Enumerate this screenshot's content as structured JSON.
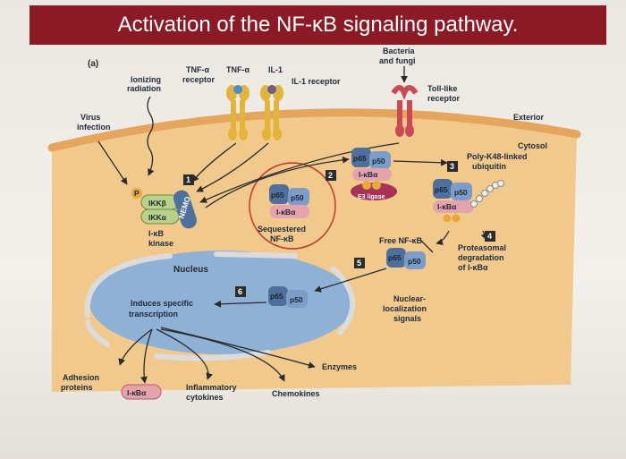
{
  "title": "Activation of the NF-κB signaling pathway.",
  "panel_label": "(a)",
  "labels": {
    "ionizing_radiation_1": "Ionizing",
    "ionizing_radiation_2": "radiation",
    "tnf_receptor_1": "TNF-α",
    "tnf_receptor_2": "receptor",
    "tnf": "TNF-α",
    "il1": "IL-1",
    "il1_receptor": "IL-1 receptor",
    "bacteria_1": "Bacteria",
    "bacteria_2": "and fungi",
    "toll_1": "Toll-like",
    "toll_2": "receptor",
    "virus_1": "Virus",
    "virus_2": "infection",
    "exterior": "Exterior",
    "cytosol": "Cytosol",
    "poly_1": "Poly-K48-linked",
    "poly_2": "ubiquitin",
    "ikb_kinase_1": "I-κB",
    "ikb_kinase_2": "kinase",
    "sequestered_1": "Sequestered",
    "sequestered_2": "NF-κB",
    "free_nfkb": "Free NF-κB",
    "proteasomal_1": "Proteasomal",
    "proteasomal_2": "degradation",
    "proteasomal_3": "of I-κBα",
    "nucleus": "Nucleus",
    "induces_1": "Induces specific",
    "induces_2": "transcription",
    "nuclear_1": "Nuclear-",
    "nuclear_2": "localization",
    "nuclear_3": "signals",
    "enzymes": "Enzymes",
    "adhesion_1": "Adhesion",
    "adhesion_2": "proteins",
    "inflammatory_1": "Inflammatory",
    "inflammatory_2": "cytokines",
    "chemokines": "Chemokines"
  },
  "proteins": {
    "ikkb": "IKKβ",
    "ikka": "IKKα",
    "nemo": "NEMO",
    "p65": "p65",
    "p50": "p50",
    "ikba": "I-κBα",
    "ligase": "E3 ligase",
    "phospho": "P"
  },
  "steps": [
    "1",
    "2",
    "3",
    "4",
    "5",
    "6"
  ],
  "colors": {
    "banner": "#8b1a25",
    "cytosol": "#f1c98c",
    "nucleus": "#8eb1d5",
    "protein_blue": "#4f6f9c",
    "ikba_pink": "#e5a3ad",
    "step_box": "#2b2b2b"
  }
}
